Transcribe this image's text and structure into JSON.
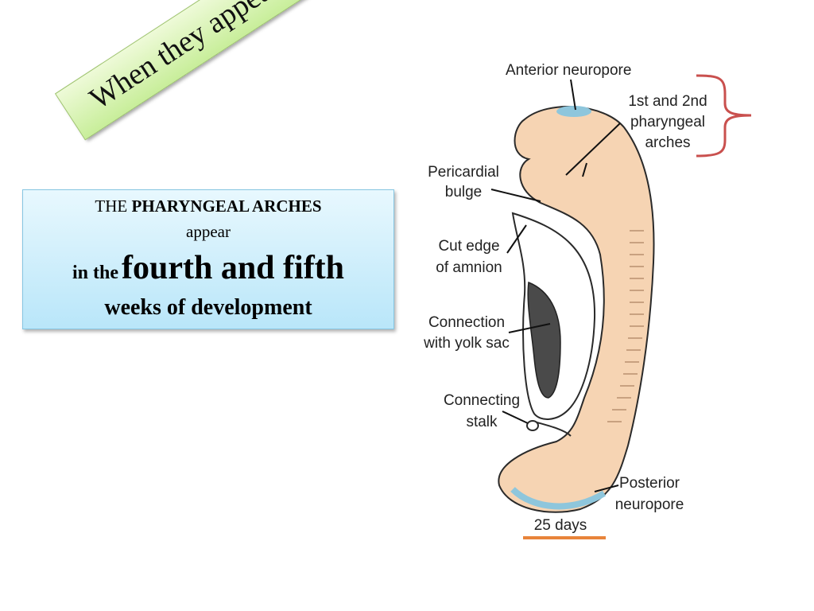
{
  "banner": {
    "text": "When they appear?"
  },
  "info_box": {
    "line1_prefix": "THE",
    "line1_bold": "PHARYNGEAL ARCHES",
    "line2": "appear",
    "line3_prefix": "in the",
    "line3_emphasis": "fourth and fifth",
    "line4": "weeks of development"
  },
  "diagram": {
    "labels": {
      "anterior_neuropore": "Anterior neuropore",
      "pharyngeal_arches": [
        "1st and 2nd",
        "pharyngeal",
        "arches"
      ],
      "pericardial_bulge": [
        "Pericardial",
        "bulge"
      ],
      "cut_edge": [
        "Cut edge",
        "of amnion"
      ],
      "yolk_sac": [
        "Connection",
        "with yolk sac"
      ],
      "connecting_stalk": [
        "Connecting",
        "stalk"
      ],
      "posterior_neuropore": [
        "Posterior",
        "neuropore"
      ],
      "age": "25 days"
    },
    "colors": {
      "embryo": "#f6d4b3",
      "neuropore": "#8ec6dc",
      "bracket": "#c9504e",
      "underline": "#e8843a"
    }
  }
}
